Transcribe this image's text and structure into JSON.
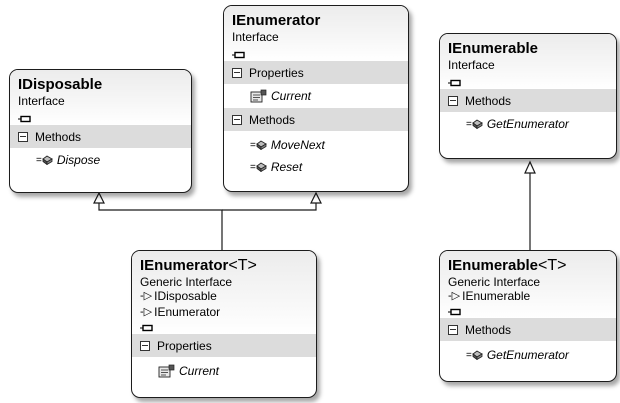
{
  "diagram": {
    "boxes": {
      "idisposable": {
        "title": "IDisposable",
        "kind": "Interface",
        "methods_label": "Methods",
        "methods": [
          "Dispose"
        ]
      },
      "ienumerator": {
        "title": "IEnumerator",
        "kind": "Interface",
        "properties_label": "Properties",
        "properties": [
          "Current"
        ],
        "methods_label": "Methods",
        "methods": [
          "MoveNext",
          "Reset"
        ]
      },
      "ienumerable": {
        "title": "IEnumerable",
        "kind": "Interface",
        "methods_label": "Methods",
        "methods": [
          "GetEnumerator"
        ]
      },
      "ienumerator_t": {
        "title_main": "IEnumerator",
        "title_generic": "<T>",
        "kind": "Generic Interface",
        "inherits": [
          "IDisposable",
          "IEnumerator"
        ],
        "properties_label": "Properties",
        "properties": [
          "Current"
        ]
      },
      "ienumerable_t": {
        "title_main": "IEnumerable",
        "title_generic": "<T>",
        "kind": "Generic Interface",
        "inherits": [
          "IEnumerable"
        ],
        "methods_label": "Methods",
        "methods": [
          "GetEnumerator"
        ]
      }
    },
    "icons": {
      "interface_plug": "interface-plug-icon",
      "method": "method-icon",
      "property": "property-icon",
      "collapse": "collapse-toggle-icon",
      "inherit_arrow": "inherits-arrow-icon"
    }
  }
}
